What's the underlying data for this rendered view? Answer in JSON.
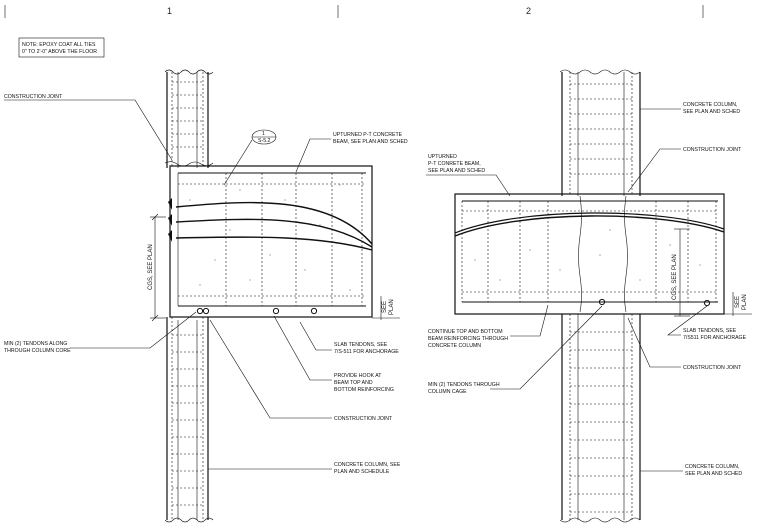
{
  "detail_1": {
    "number": "1",
    "note_line1": "NOTE: EPOXY COAT ALL TIES",
    "note_line2": "0\" TO 2'-0\" ABOVE THE FLOOR",
    "section_tag_top": "1",
    "section_tag_bottom": "S-5.2",
    "construction_joint_top": "CONSTRUCTION JOINT",
    "beam_line1": "UPTURNED P-T CONCRETE",
    "beam_line2": "BEAM, SEE PLAN AND SCHED",
    "cgs_label": "CGS, SEE PLAN",
    "see_plan_line1": "SEE",
    "see_plan_line2": "PLAN",
    "min_tendons_line1": "MIN (2) TENDONS ALONG",
    "min_tendons_line2": "THROUGH COLUMN CORE",
    "slab_tendons_line1": "SLAB TENDONS, SEE",
    "slab_tendons_line2": "7/S-511 FOR ANCHORAGE",
    "hook_line1": "PROVIDE HOOK AT",
    "hook_line2": "BEAM TOP AND",
    "hook_line3": "BOTTOM REINFORCING",
    "construction_joint_bottom": "CONSTRUCTION JOINT",
    "column_line1": "CONCRETE COLUMN, SEE",
    "column_line2": "PLAN AND SCHEDULE"
  },
  "detail_2": {
    "number": "2",
    "column_top_line1": "CONCRETE COLUMN,",
    "column_top_line2": "SEE PLAN AND SCHED",
    "construction_joint_top": "CONSTRUCTION JOINT",
    "beam_line1": "UPTURNED",
    "beam_line2": "P-T CONRETE BEAM,",
    "beam_line3": "SEE PLAN AND SCHED",
    "cgs_label": "CGS, SEE PLAN",
    "see_plan_line1": "SEE",
    "see_plan_line2": "PLAN",
    "continue_line1": "CONTINUE TOP AND BOTTOM",
    "continue_line2": "BEAM REINFORCING THROUGH",
    "continue_line3": "CONCRETE COLUMN",
    "slab_tendons_line1": "SLAB TENDONS, SEE",
    "slab_tendons_line2": "7/S511 FOR ANCHORAGE",
    "construction_joint_bottom": "CONSTRUCTION JOINT",
    "min_tendons_line1": "MIN (2) TENDONS THROUGH",
    "min_tendons_line2": "COLUMN CAGE",
    "column_bottom_line1": "CONCRETE COLUMN,",
    "column_bottom_line2": "SEE PLAN AND SCHED"
  }
}
